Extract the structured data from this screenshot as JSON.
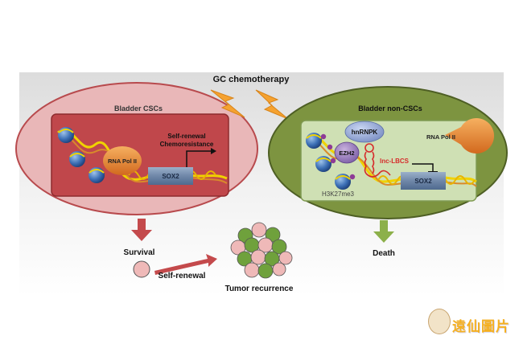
{
  "header": {
    "title": "GC chemotherapy"
  },
  "left_cell": {
    "title": "Bladder CSCs",
    "polymerase": "RNA Pol II",
    "gene": "SOX2",
    "outcome_line1": "Self-renewal",
    "outcome_line2": "Chemoresistance",
    "result": "Survival"
  },
  "right_cell": {
    "title": "Bladder non-CSCs",
    "complex_protein": "hnRNPK",
    "methyltransferase": "EZH2",
    "lncrna": "lnc-LBCS",
    "polymerase": "RNA Pol II",
    "gene": "SOX2",
    "histone_mark": "H3K27me3",
    "result": "Death"
  },
  "recurrence": {
    "arrow_label": "Self-renewal",
    "cluster_label": "Tumor recurrence"
  },
  "watermark": {
    "text": "遠仙圖片",
    "icon": "portrait-icon"
  },
  "colors": {
    "left_cell_fill": "#e9b7b8",
    "left_nucleus_fill": "#c0474b",
    "right_cell_fill": "#7d9440",
    "right_nucleus_fill": "#cfe0b4",
    "arrow_red": "#c44a4c",
    "arrow_green": "#8cb04a",
    "lightning": "#f5a230"
  }
}
